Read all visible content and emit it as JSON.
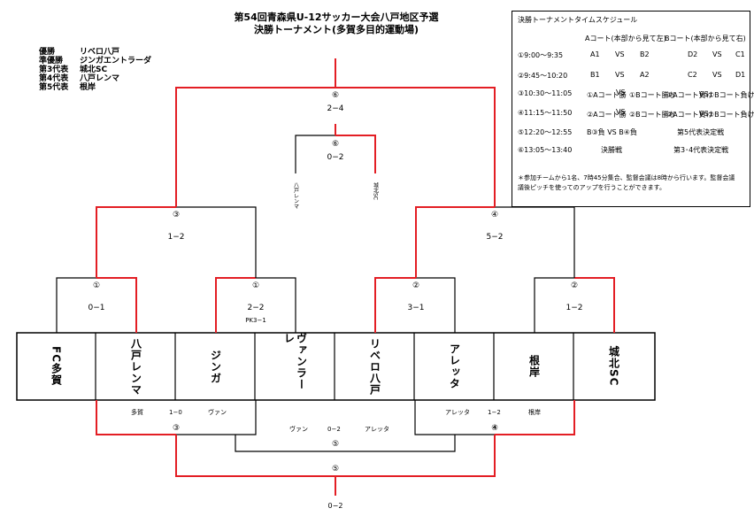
{
  "title": {
    "line1": "第54回青森県U-12サッカー大会八戸地区予選",
    "line2": "決勝トーナメント(多賀多目的運動場)"
  },
  "results": [
    {
      "rank": "優勝",
      "team": "リベロ八戸"
    },
    {
      "rank": "準優勝",
      "team": "ジンガエントラーダ"
    },
    {
      "rank": "第3代表",
      "team": "城北SC"
    },
    {
      "rank": "第4代表",
      "team": "八戸レンマ"
    },
    {
      "rank": "第5代表",
      "team": "根岸"
    }
  ],
  "schedule": {
    "title": "決勝トーナメントタイムスケジュール",
    "court_header_a": "Aコート(本部から見て左)",
    "court_header_b": "Bコート(本部から見て右)",
    "rows": [
      {
        "time": "①9:00～9:35",
        "a_home": "A1",
        "a_vs": "VS",
        "a_away": "B2",
        "b_home": "D2",
        "b_vs": "VS",
        "b_away": "C1"
      },
      {
        "time": "②9:45～10:20",
        "a_home": "B1",
        "a_vs": "VS",
        "a_away": "A2",
        "b_home": "C2",
        "b_vs": "VS",
        "b_away": "D1"
      },
      {
        "time": "③10:30～11:05",
        "a_home": "①Aコート勝",
        "a_vs": "VS",
        "a_away": "①Bコート勝ち",
        "b_home": "①Aコート負け",
        "b_vs": "VS",
        "b_away": "①Bコート負け"
      },
      {
        "time": "④11:15～11:50",
        "a_home": "②Aコート勝",
        "a_vs": "VS",
        "a_away": "②Bコート勝ち",
        "b_home": "②Aコート負け",
        "b_vs": "VS",
        "b_away": "②Bコート負け"
      },
      {
        "time": "⑤12:20～12:55",
        "a_text": "B③負 VS B④負",
        "b_text": "第5代表決定戦"
      },
      {
        "time": "⑥13:05～13:40",
        "a_text": "決勝戦",
        "b_text": "第3･4代表決定戦"
      }
    ],
    "note_line1": "＊参加チームから1名、7時45分集合、監督会議は8時から行います。監督会議",
    "note_line2": "議後ピッチを使ってのアップを行うことができます。"
  },
  "teams": [
    "FC多賀",
    "八戸レンマ",
    "ジンガ",
    "ヴァンラーレ",
    "リベロ八戸",
    "アレッタ",
    "根岸",
    "城北SC"
  ],
  "matches": {
    "r1_1": {
      "label": "①",
      "score": "0−1"
    },
    "r1_2": {
      "label": "①",
      "score": "2−2",
      "pk": "PK3−1"
    },
    "r1_3": {
      "label": "②",
      "score": "3−1"
    },
    "r1_4": {
      "label": "②",
      "score": "1−2"
    },
    "semi_left": {
      "label": "③",
      "score": "1−2"
    },
    "semi_right": {
      "label": "④",
      "score": "5−2"
    },
    "final": {
      "label": "⑥",
      "score": "2−4"
    },
    "third_place": {
      "label": "⑥",
      "score": "0−2",
      "team1": "八戸レンマ",
      "team2": "城北SC"
    },
    "lower_left": {
      "label": "③",
      "team1": "多賀",
      "score": "1−0",
      "team2": "ヴァン"
    },
    "lower_right": {
      "label": "④",
      "team1": "アレッタ",
      "score": "1−2",
      "team2": "根岸"
    },
    "fifth_semi": {
      "label": "⑤",
      "team1": "ヴァン",
      "score": "0−2",
      "team2": "アレッタ"
    },
    "fifth_final": {
      "label": "⑤",
      "score": "0−2"
    }
  }
}
